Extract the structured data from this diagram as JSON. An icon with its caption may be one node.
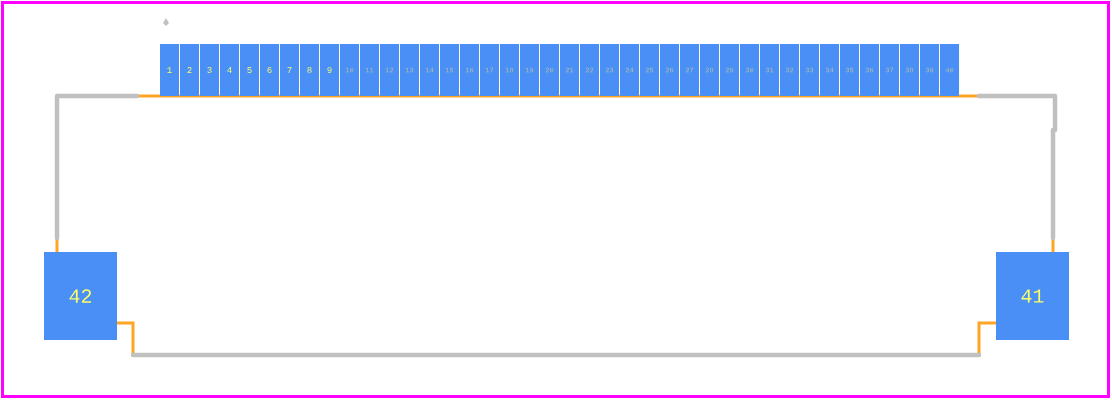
{
  "diagram": {
    "nodes": [
      {
        "text": [
          "1"
        ]
      },
      {
        "text": [
          "2"
        ]
      },
      {
        "text": [
          "3"
        ]
      },
      {
        "text": [
          "4"
        ]
      },
      {
        "text": [
          "5"
        ]
      },
      {
        "text": [
          "6"
        ]
      },
      {
        "text": [
          "7"
        ]
      },
      {
        "text": [
          "8"
        ]
      },
      {
        "text": [
          "9"
        ]
      },
      {
        "text": [
          "10"
        ]
      },
      {
        "text": [
          "11"
        ]
      },
      {
        "text": [
          "12"
        ]
      },
      {
        "text": [
          "13"
        ]
      },
      {
        "text": [
          "14"
        ]
      },
      {
        "text": [
          "15"
        ]
      },
      {
        "text": [
          "16"
        ]
      },
      {
        "text": [
          "17"
        ]
      },
      {
        "text": [
          "18"
        ]
      },
      {
        "text": [
          "19"
        ]
      },
      {
        "text": [
          "20"
        ]
      },
      {
        "text": [
          "21"
        ]
      },
      {
        "text": [
          "22"
        ]
      },
      {
        "text": [
          "23"
        ]
      },
      {
        "text": [
          "24"
        ]
      },
      {
        "text": [
          "25"
        ]
      },
      {
        "text": [
          "26"
        ]
      },
      {
        "text": [
          "27"
        ]
      },
      {
        "text": [
          "28"
        ]
      },
      {
        "text": [
          "29"
        ]
      },
      {
        "text": [
          "30"
        ]
      },
      {
        "text": [
          "31"
        ]
      },
      {
        "text": [
          "32"
        ]
      },
      {
        "text": [
          "33"
        ]
      },
      {
        "text": [
          "34"
        ]
      },
      {
        "text": [
          "35"
        ]
      },
      {
        "text": [
          "36"
        ]
      },
      {
        "text": [
          "37"
        ]
      },
      {
        "text": [
          "38"
        ]
      },
      {
        "text": [
          "39"
        ]
      },
      {
        "text": [
          "40"
        ]
      },
      {
        "text": [
          "42"
        ]
      },
      {
        "text": [
          "41"
        ]
      }
    ]
  }
}
